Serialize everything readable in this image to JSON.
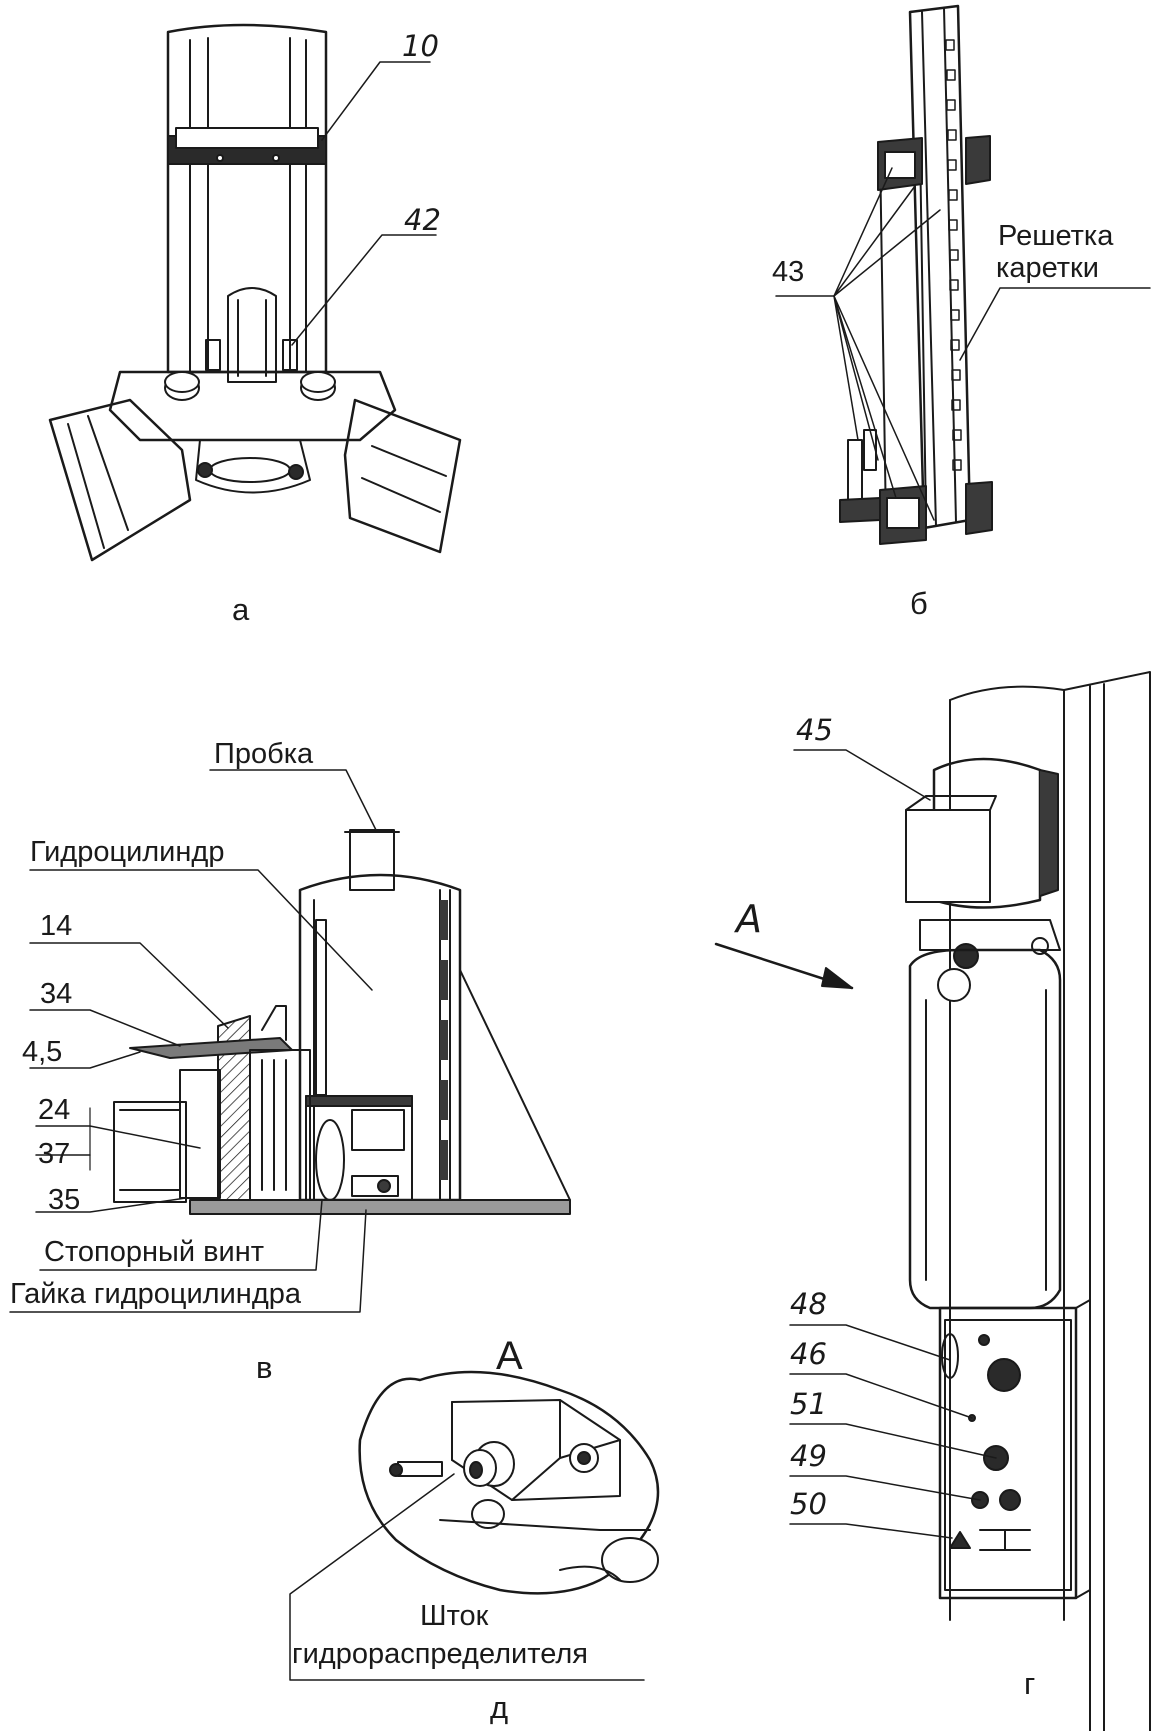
{
  "figure_a": {
    "callouts": [
      "10",
      "42"
    ],
    "caption": "а"
  },
  "figure_b": {
    "callouts": [
      "43"
    ],
    "label_line1": "Решетка",
    "label_line2": "каретки",
    "caption": "б"
  },
  "figure_v": {
    "labels": {
      "plug": "Пробка",
      "cylinder": "Гидроцилиндр",
      "n14": "14",
      "n34": "34",
      "n45": "4,5",
      "n24": "24",
      "n37": "37",
      "n35": "35",
      "set_screw": "Стопорный винт",
      "cylinder_nut": "Гайка гидроцилиндра"
    },
    "caption": "в"
  },
  "figure_g": {
    "callouts": [
      "45",
      "48",
      "46",
      "51",
      "49",
      "50"
    ],
    "view_arrow": "A",
    "caption": "г"
  },
  "figure_d": {
    "view_title": "А",
    "label_line1": "Шток",
    "label_line2": "гидрораспределителя",
    "caption": "д"
  }
}
